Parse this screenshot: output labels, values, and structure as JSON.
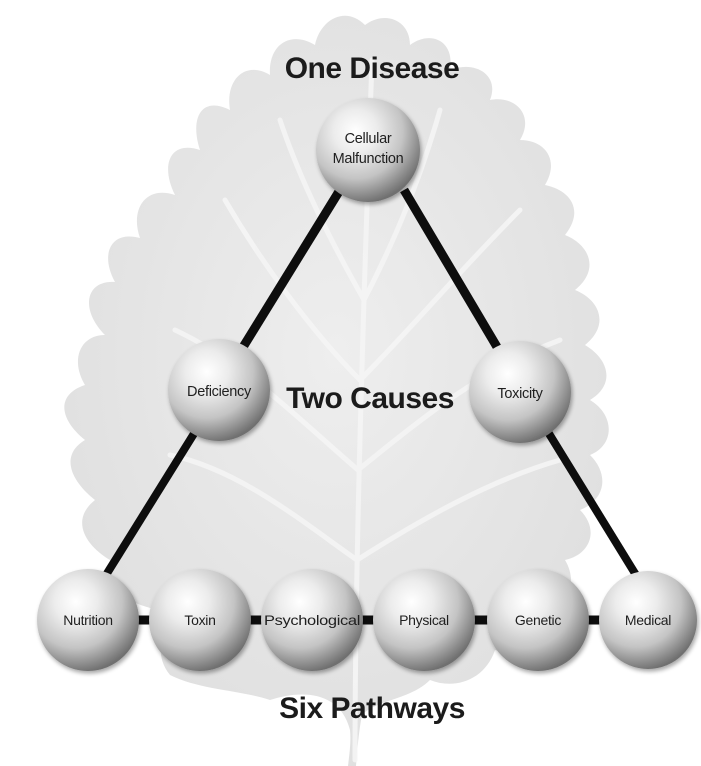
{
  "headings": {
    "top": "One Disease",
    "middle": "Two Causes",
    "bottom": "Six Pathways"
  },
  "nodes": {
    "root": {
      "line1": "Cellular",
      "line2": "Malfunction"
    },
    "causes": {
      "deficiency": "Deficiency",
      "toxicity": "Toxicity"
    },
    "pathways": [
      "Nutrition",
      "Toxin",
      "Psychological",
      "Physical",
      "Genetic",
      "Medical"
    ]
  },
  "colors": {
    "connector": "#0d0d0d",
    "sphere_light": "#ffffff",
    "sphere_mid": "#cfcfcf",
    "sphere_dark": "#6b6b6b",
    "leaf": "#e6e6e6",
    "leaf_vein": "#f6f6f6",
    "text": "#1f1f1f"
  },
  "background": {
    "icon": "oak-leaf-icon"
  }
}
